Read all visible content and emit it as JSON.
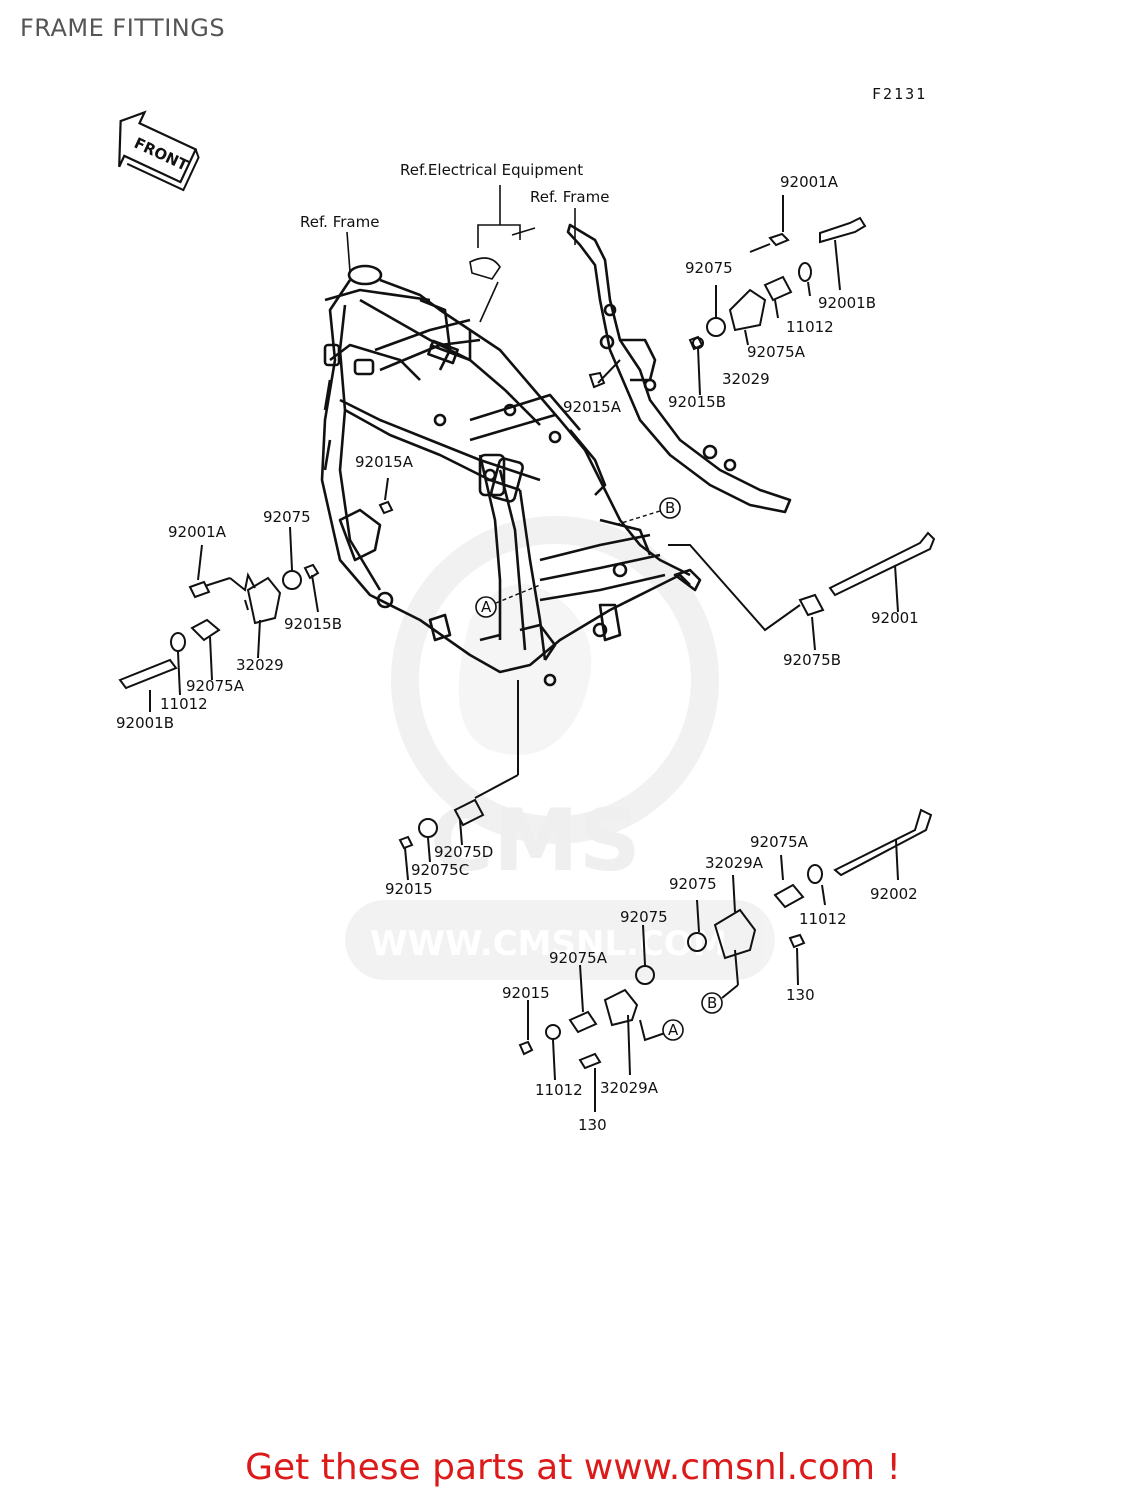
{
  "header": {
    "title": "FRAME FITTINGS",
    "figure_code": "F2131"
  },
  "front_marker": "FRONT",
  "watermark": {
    "brand": "CMS",
    "url": "WWW.CMSNL.COM"
  },
  "references": {
    "electrical": "Ref.Electrical Equipment",
    "frame_left": "Ref. Frame",
    "frame_right": "Ref. Frame"
  },
  "callout_markers": {
    "a": "A",
    "b": "B"
  },
  "part_labels": [
    {
      "id": "top-92001A",
      "text": "92001A"
    },
    {
      "id": "top-92075",
      "text": "92075"
    },
    {
      "id": "top-92001B",
      "text": "92001B"
    },
    {
      "id": "top-11012",
      "text": "11012"
    },
    {
      "id": "top-92075A",
      "text": "92075A"
    },
    {
      "id": "top-32029",
      "text": "32029"
    },
    {
      "id": "top-92015A",
      "text": "92015A"
    },
    {
      "id": "top-92015B",
      "text": "92015B"
    },
    {
      "id": "mid-92015A",
      "text": "92015A"
    },
    {
      "id": "left-92001A",
      "text": "92001A"
    },
    {
      "id": "left-92075",
      "text": "92075"
    },
    {
      "id": "left-92015B",
      "text": "92015B"
    },
    {
      "id": "left-32029",
      "text": "32029"
    },
    {
      "id": "left-92075A",
      "text": "92075A"
    },
    {
      "id": "left-11012",
      "text": "11012"
    },
    {
      "id": "left-92001B",
      "text": "92001B"
    },
    {
      "id": "right-92001",
      "text": "92001"
    },
    {
      "id": "right-92075B",
      "text": "92075B"
    },
    {
      "id": "low-92075D",
      "text": "92075D"
    },
    {
      "id": "low-92075C",
      "text": "92075C"
    },
    {
      "id": "low-92015",
      "text": "92015"
    },
    {
      "id": "br-92075A",
      "text": "92075A"
    },
    {
      "id": "br-32029A",
      "text": "32029A"
    },
    {
      "id": "br-92075",
      "text": "92075"
    },
    {
      "id": "br-11012",
      "text": "11012"
    },
    {
      "id": "br-92002",
      "text": "92002"
    },
    {
      "id": "br-130",
      "text": "130"
    },
    {
      "id": "bl-92075",
      "text": "92075"
    },
    {
      "id": "bl-92075A",
      "text": "92075A"
    },
    {
      "id": "bl-92015",
      "text": "92015"
    },
    {
      "id": "bl-11012",
      "text": "11012"
    },
    {
      "id": "bl-32029A",
      "text": "32029A"
    },
    {
      "id": "bl-130",
      "text": "130"
    }
  ],
  "footer": {
    "text": "Get these parts at www.cmsnl.com !"
  },
  "colors": {
    "line": "#111111",
    "footer": "#dd1a1a",
    "watermark": "#e6e6e6",
    "title": "#555555"
  }
}
